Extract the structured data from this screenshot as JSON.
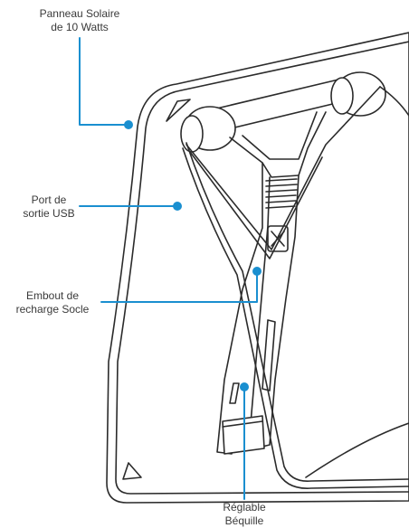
{
  "labels": {
    "solar_panel": {
      "line1": "Panneau Solaire",
      "line2": "de 10 Watts"
    },
    "usb_port": {
      "line1": "Port de",
      "line2": "sortie USB"
    },
    "charging_tip": {
      "line1": "Embout de",
      "line2": "recharge Socle"
    },
    "kickstand": {
      "line1": "Réglable",
      "line2": "Béquille"
    }
  },
  "colors": {
    "callout": "#1a8fd0",
    "outline": "#2b2b2b"
  }
}
